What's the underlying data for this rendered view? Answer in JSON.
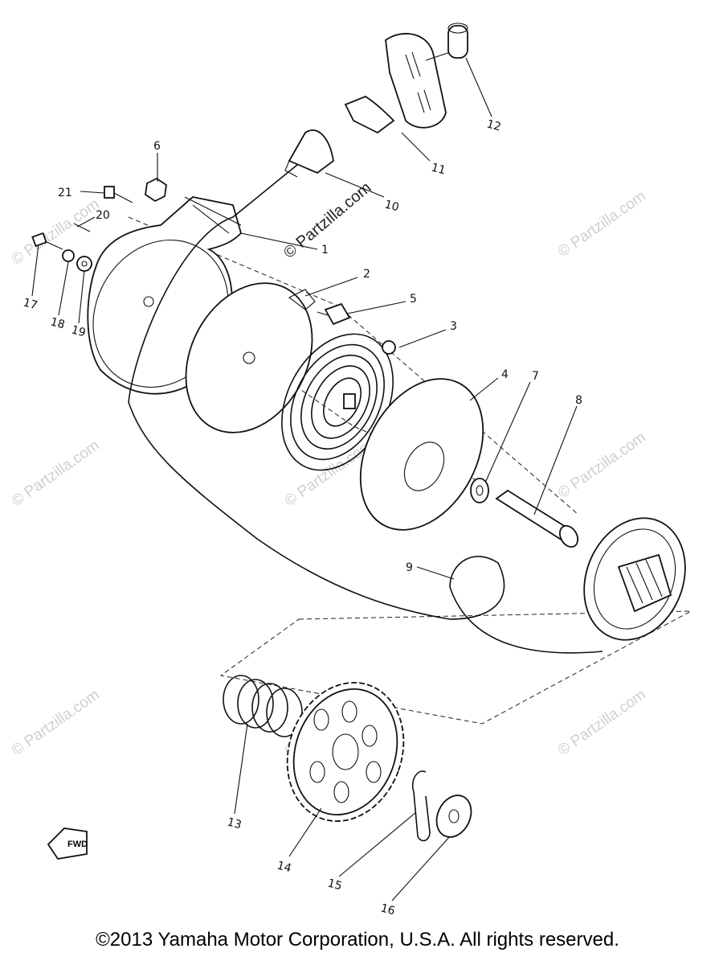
{
  "watermark": {
    "main": "© Partzilla.com",
    "tile": "© Partzilla.com"
  },
  "callouts": {
    "p1": "1",
    "p2": "2",
    "p3": "3",
    "p4": "4",
    "p5": "5",
    "p6": "6",
    "p7": "7",
    "p8": "8",
    "p9": "9",
    "p10": "10",
    "p11": "11",
    "p12": "12",
    "p13": "13",
    "p14": "14",
    "p15": "15",
    "p16": "16",
    "p17": "17",
    "p18": "18",
    "p19": "19",
    "p20": "20",
    "p21": "21"
  },
  "fwd_label": "FWD",
  "copyright": "©2013 Yamaha Motor Corporation, U.S.A. All rights reserved."
}
